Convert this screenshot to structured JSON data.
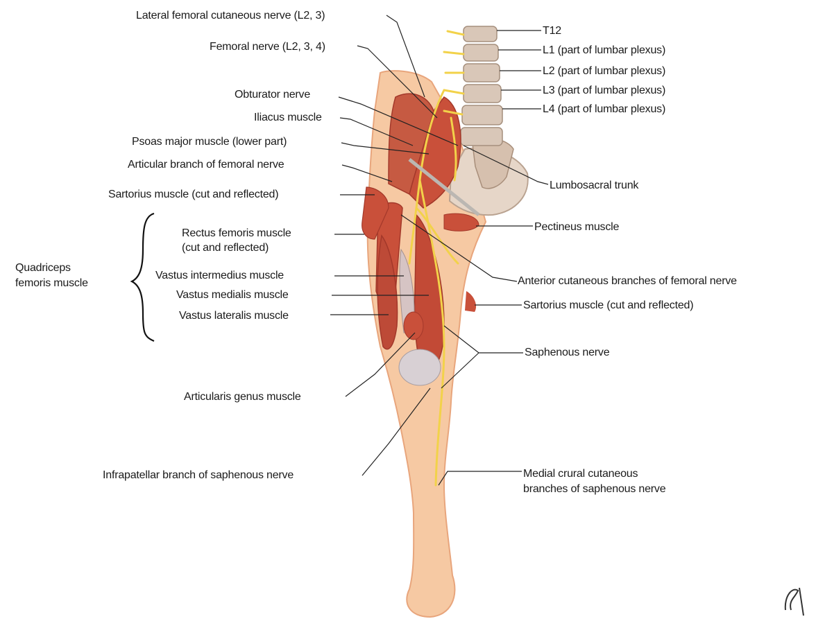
{
  "labels": {
    "lat_fem_cut": "Lateral femoral cutaneous nerve (L2, 3)",
    "femoral": "Femoral nerve (L2, 3, 4)",
    "obturator": "Obturator nerve",
    "iliacus": "Iliacus muscle",
    "psoas": "Psoas major muscle (lower part)",
    "art_branch_fem": "Articular branch of femoral nerve",
    "sartorius_upper": "Sartorius muscle (cut and reflected)",
    "rectus_l1": "Rectus femoris muscle",
    "rectus_l2": "(cut and reflected)",
    "quadriceps_l1": "Quadriceps",
    "quadriceps_l2": "femoris muscle",
    "vastus_inter": "Vastus intermedius muscle",
    "vastus_med": "Vastus medialis muscle",
    "vastus_lat": "Vastus lateralis muscle",
    "articularis": "Articularis genus muscle",
    "infrapatellar": "Infrapatellar branch of saphenous nerve",
    "t12": "T12",
    "l1": "L1 (part of lumbar plexus)",
    "l2": "L2 (part of lumbar plexus)",
    "l3": "L3 (part of lumbar plexus)",
    "l4": "L4 (part of lumbar plexus)",
    "lumbosacral": "Lumbosacral trunk",
    "pectineus": "Pectineus muscle",
    "ant_cut_branches": "Anterior cutaneous branches of femoral nerve",
    "sartorius_lower": "Sartorius muscle (cut and reflected)",
    "saphenous": "Saphenous nerve",
    "medial_crural_l1": "Medial crural cutaneous",
    "medial_crural_l2": "branches of saphenous nerve"
  },
  "colors": {
    "skin": "#f6c9a3",
    "skin_shadow": "#e8a57c",
    "muscle": "#c9503a",
    "muscle_dark": "#a3382a",
    "nerve": "#f2d24a",
    "bone": "#d9c7b8",
    "leader": "#222222"
  }
}
